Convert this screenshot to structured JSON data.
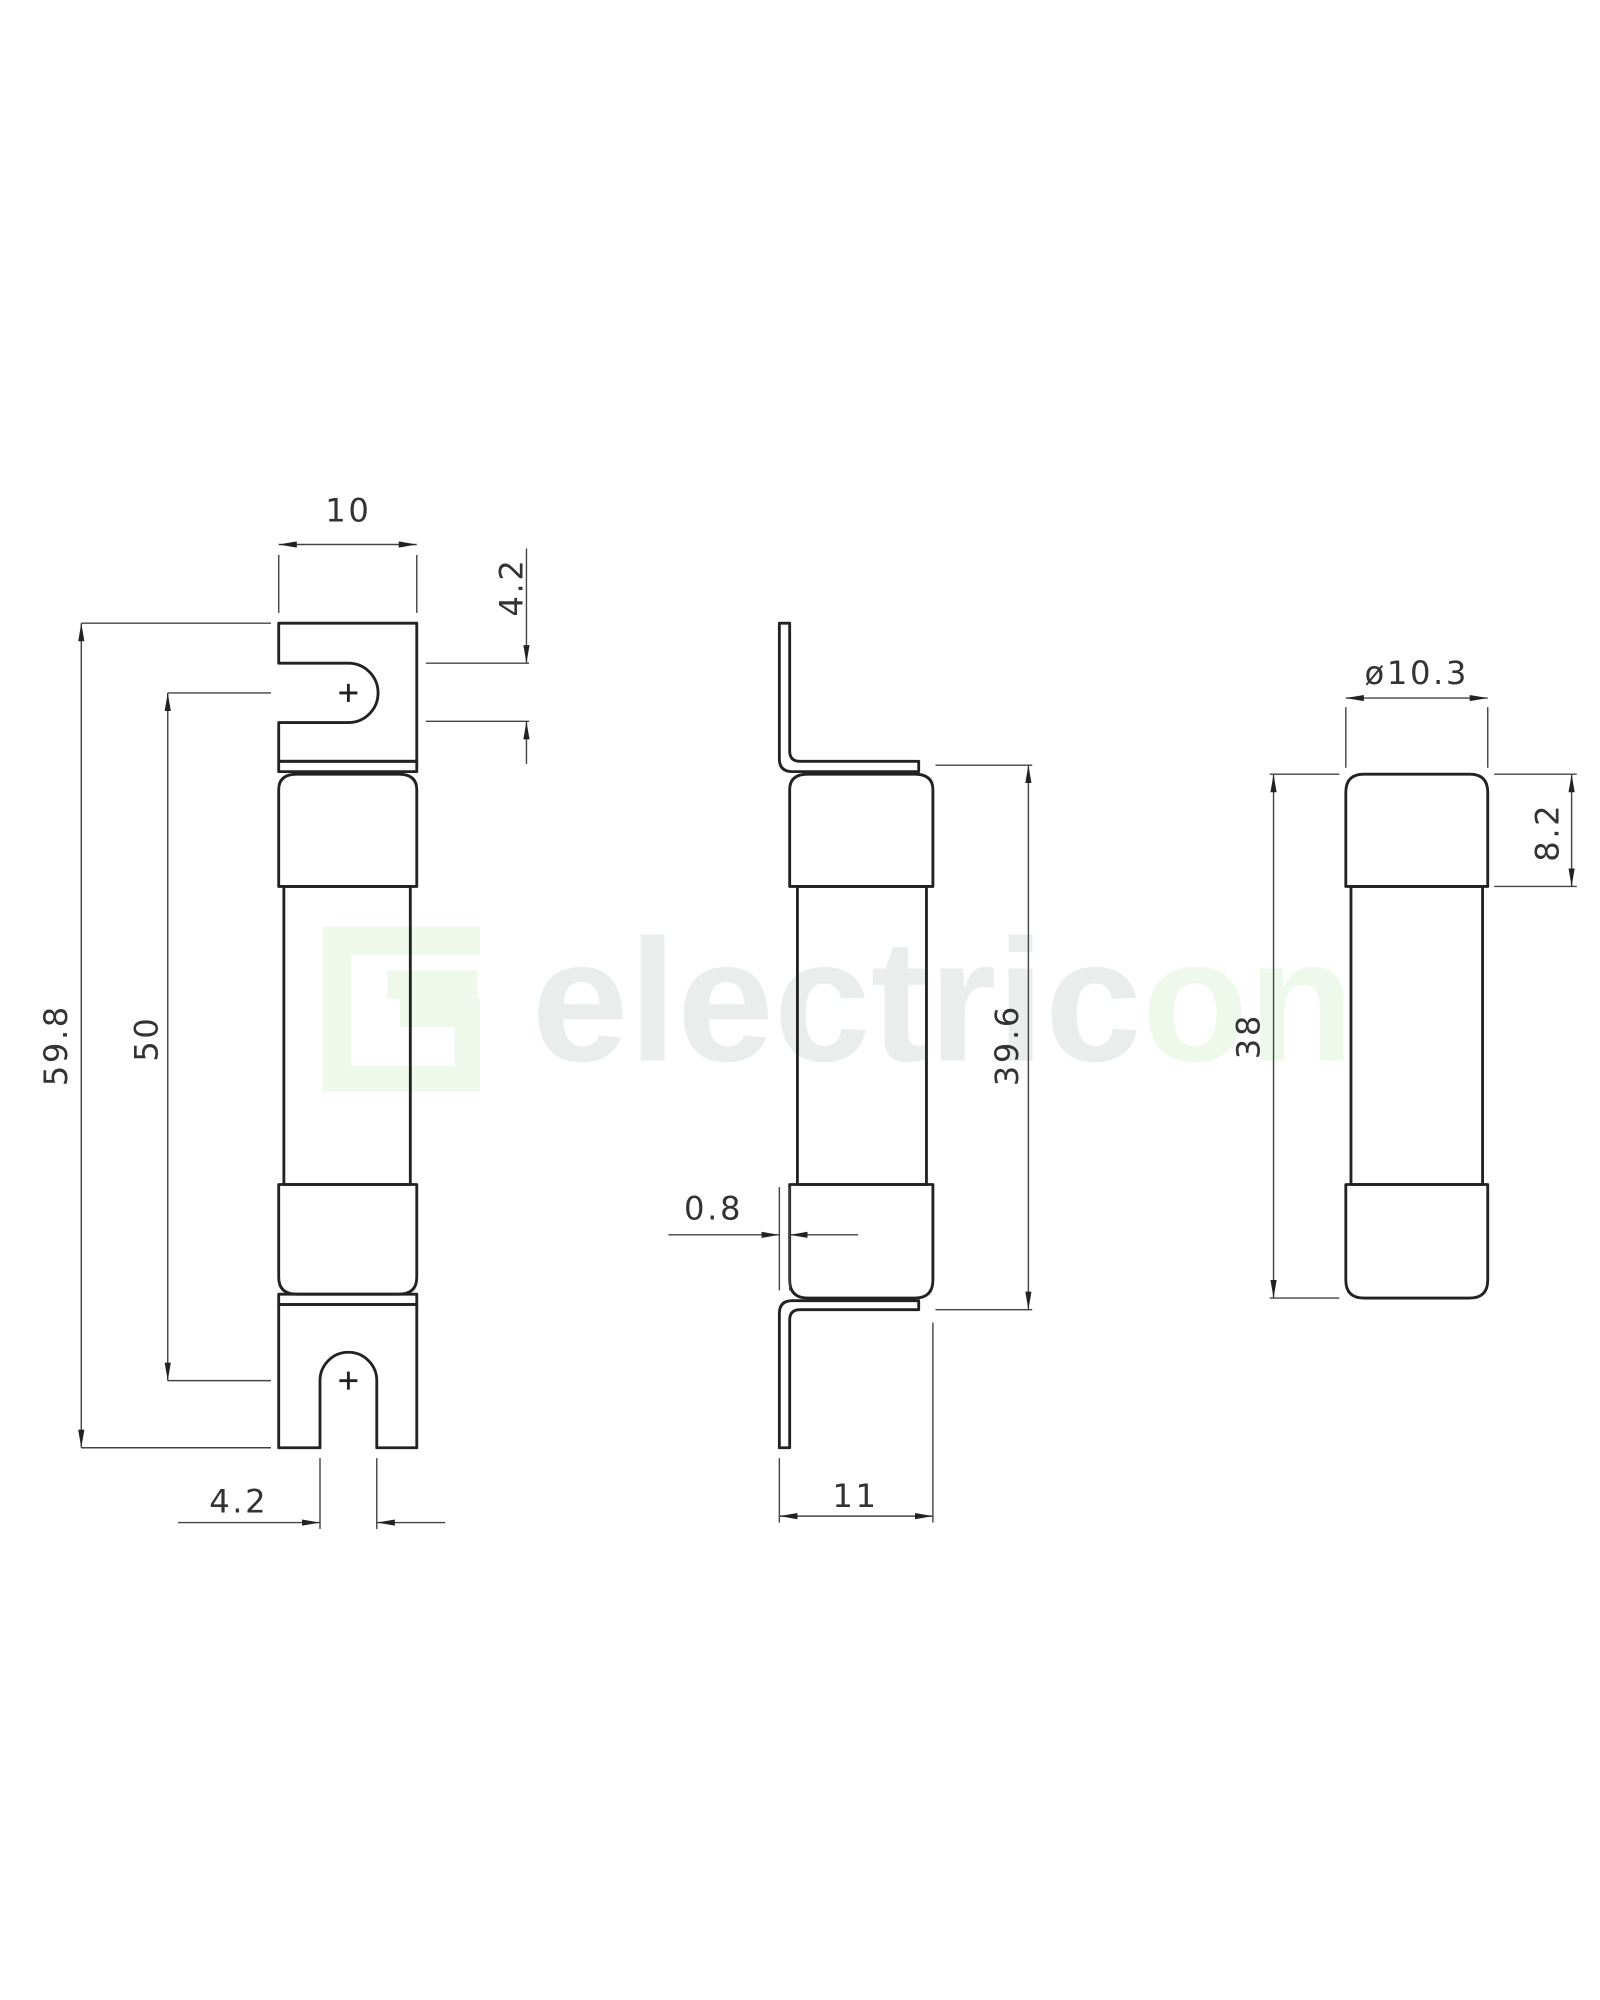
{
  "watermark": {
    "brand": "electricon",
    "color": "#e9eeec",
    "accent": "#eef9ec"
  },
  "views": {
    "front": {
      "width": "10",
      "slot_top": "4.2",
      "overall_length": "59.8",
      "hole_centers": "50",
      "slot_bottom": "4.2"
    },
    "side": {
      "tag_thickness": "0.8",
      "body_length": "39.6",
      "depth": "11"
    },
    "cartridge": {
      "diameter": "ø10.3",
      "length": "38",
      "cap_length": "8.2"
    }
  }
}
